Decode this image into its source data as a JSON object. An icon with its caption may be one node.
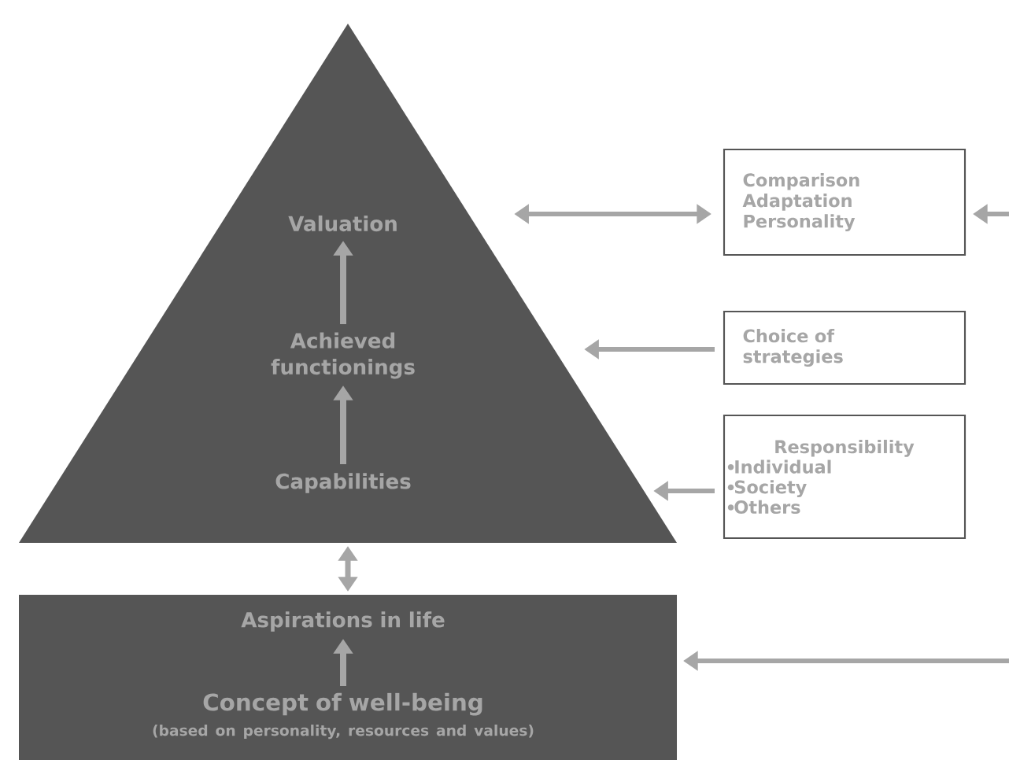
{
  "diagram": {
    "nodes": [
      {
        "text": [],
        "shape": "triangle"
      },
      {
        "text": [
          "Valuation"
        ],
        "in": 0
      },
      {
        "text": [
          "Achieved functionings"
        ],
        "in": 0
      },
      {
        "text": [
          "Capabilities"
        ],
        "in": 0
      },
      {
        "text": [],
        "shape": "box"
      },
      {
        "text": [
          "Aspirations in life"
        ],
        "in": 4
      },
      {
        "text": [
          "Concept of well-being",
          "(based on personality, resources and values)"
        ],
        "in": 4
      },
      {
        "text": [
          "Comparison Adaptation Personality"
        ]
      },
      {
        "text": [
          "Choice of strategies"
        ]
      },
      {
        "text": [
          "Responsibility",
          "Individual",
          "Society",
          "Others"
        ]
      }
    ],
    "edges": [
      {
        "from": 2,
        "to": 1,
        "arrow": "to"
      },
      {
        "from": 3,
        "to": 2,
        "arrow": "to"
      },
      {
        "from": 6,
        "to": 5,
        "arrow": "to"
      },
      {
        "from": 0,
        "to": 4,
        "arrow": "both"
      },
      {
        "from": 0,
        "to": 7,
        "arrow": "both"
      },
      {
        "from": 8,
        "to": 0,
        "arrow": "to"
      },
      {
        "from": 9,
        "to": 0,
        "arrow": "to"
      },
      {
        "from": null,
        "to": 7,
        "arrow": "to"
      },
      {
        "from": null,
        "to": 4,
        "arrow": "to"
      }
    ]
  }
}
